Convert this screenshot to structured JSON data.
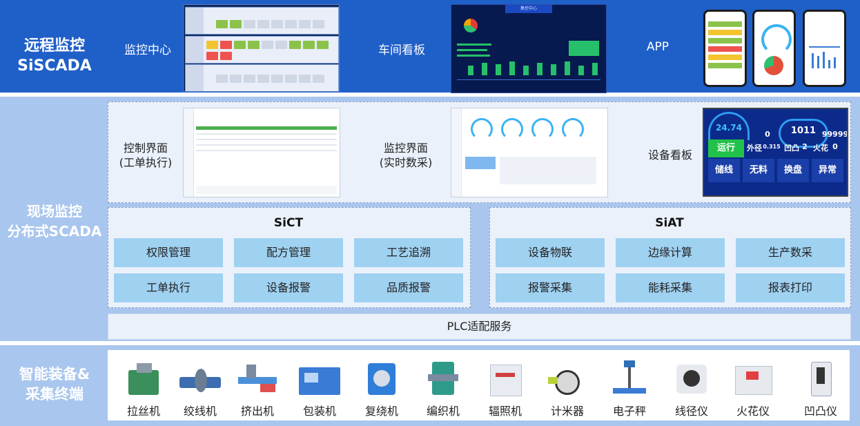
{
  "remote": {
    "title_line1": "远程监控",
    "title_line2": "SiSCADA",
    "monitor_center": "监控中心",
    "workshop_board": "车间看板",
    "workshop_header": "集控中心",
    "app": "APP"
  },
  "field": {
    "title_line1": "现场监控",
    "title_line2": "分布式SCADA",
    "control_ui_line1": "控制界面",
    "control_ui_line2": "(工单执行)",
    "monitor_ui_line1": "监控界面",
    "monitor_ui_line2": "(实时数采)",
    "device_board": "设备看板",
    "board": {
      "speed": "24.74",
      "count": "1011",
      "total": "99999",
      "diameter_label": "外径",
      "diameter": "0.315",
      "bump_label": "凹凸",
      "bump": "2",
      "spark_label": "火花",
      "spark": "0",
      "left_val": "0",
      "run": "运行",
      "store": "储线",
      "no_material": "无料",
      "reel_change": "换盘",
      "abnormal": "异常"
    }
  },
  "sict": {
    "title": "SiCT",
    "modules": [
      "权限管理",
      "配方管理",
      "工艺追溯",
      "工单执行",
      "设备报警",
      "品质报警"
    ]
  },
  "siat": {
    "title": "SiAT",
    "modules": [
      "设备物联",
      "边缘计算",
      "生产数采",
      "报警采集",
      "能耗采集",
      "报表打印"
    ]
  },
  "plc": "PLC适配服务",
  "devices_section": {
    "title_line1": "智能装备&",
    "title_line2": "采集终端",
    "devices": [
      "拉丝机",
      "绞线机",
      "挤出机",
      "包装机",
      "复绕机",
      "编织机",
      "辐照机",
      "计米器",
      "电子秤",
      "线径仪",
      "火花仪",
      "凹凸仪"
    ]
  },
  "colors": {
    "remote_band": "#1f5fc8",
    "field_band": "#a9c6ee",
    "module_fill": "#9fd1f1",
    "panel_fill": "#eaf1fb"
  }
}
